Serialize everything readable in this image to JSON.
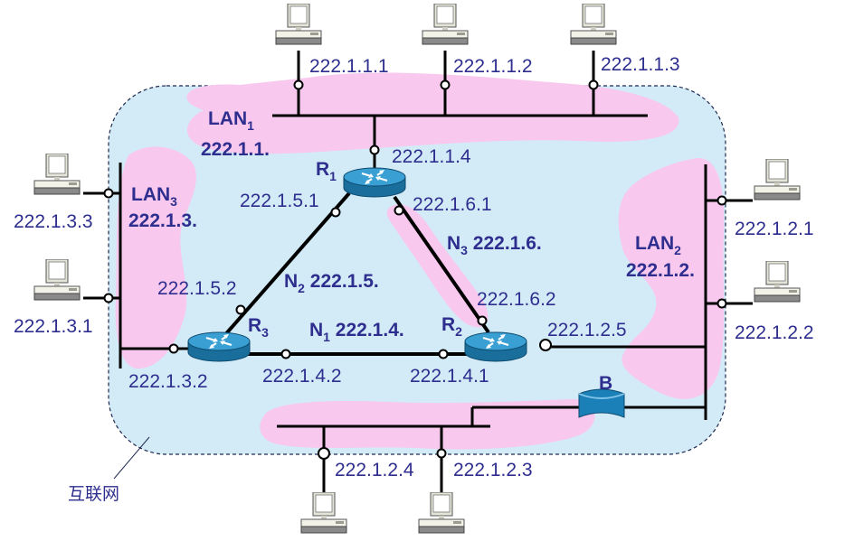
{
  "colors": {
    "cloud_fill": "#d3ebf7",
    "lan_highlight": "#f8c8ee",
    "line": "#000000",
    "text": "#2e2e8f",
    "router": "#2a8cc0",
    "bridge": "#1b80b8"
  },
  "caption": "互联网",
  "lans": {
    "lan1": {
      "name": "LAN",
      "sub": "1",
      "net": "222.1.1."
    },
    "lan2": {
      "name": "LAN",
      "sub": "2",
      "net": "222.1.2."
    },
    "lan3": {
      "name": "LAN",
      "sub": "3",
      "net": "222.1.3."
    }
  },
  "routers": {
    "r1": {
      "name": "R",
      "sub": "1"
    },
    "r2": {
      "name": "R",
      "sub": "2"
    },
    "r3": {
      "name": "R",
      "sub": "3"
    }
  },
  "links": {
    "n1": {
      "name": "N",
      "sub": "1",
      "net": " 222.1.4."
    },
    "n2": {
      "name": "N",
      "sub": "2",
      "net": " 222.1.5."
    },
    "n3": {
      "name": "N",
      "sub": "3",
      "net": " 222.1.6."
    }
  },
  "bridge": {
    "label": "B"
  },
  "addresses": {
    "h111": "222.1.1.1",
    "h112": "222.1.1.2",
    "h113": "222.1.1.3",
    "r1_lan1": "222.1.1.4",
    "r1_n2": "222.1.5.1",
    "r1_n3": "222.1.6.1",
    "h133": "222.1.3.3",
    "h131": "222.1.3.1",
    "r3_n2": "222.1.5.2",
    "r3_lan3": "222.1.3.2",
    "r3_n1": "222.1.4.2",
    "r2_n3": "222.1.6.2",
    "r2_lan2": "222.1.2.5",
    "r2_n1": "222.1.4.1",
    "h121": "222.1.2.1",
    "h122": "222.1.2.2",
    "h124": "222.1.2.4",
    "h123": "222.1.2.3"
  },
  "icons": {
    "host": "desktop-computer-icon",
    "router": "router-icon",
    "bridge": "bridge-icon"
  }
}
